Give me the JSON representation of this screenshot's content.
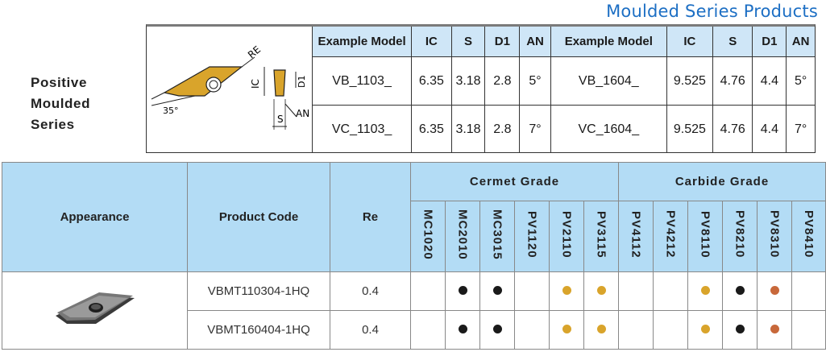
{
  "heading": "Moulded Series Products",
  "series_label": [
    "Positive",
    "Moulded",
    "Series"
  ],
  "diagram": {
    "angle": "35°",
    "re": "RE",
    "ic": "IC",
    "d1": "D1",
    "s": "S",
    "an": "AN"
  },
  "spec_table": {
    "headers": [
      "Example Model",
      "IC",
      "S",
      "D1",
      "AN",
      "Example Model",
      "IC",
      "S",
      "D1",
      "AN"
    ],
    "rows": [
      [
        "VB_1103_",
        "6.35",
        "3.18",
        "2.8",
        "5°",
        "VB_1604_",
        "9.525",
        "4.76",
        "4.4",
        "5°"
      ],
      [
        "VC_1103_",
        "6.35",
        "3.18",
        "2.8",
        "7°",
        "VC_1604_",
        "9.525",
        "4.76",
        "4.4",
        "7°"
      ]
    ]
  },
  "product_table": {
    "headers": {
      "appearance": "Appearance",
      "code": "Product Code",
      "re": "Re",
      "cermet": "Cermet Grade",
      "carbide": "Carbide Grade"
    },
    "grades": [
      "MC1020",
      "MC2010",
      "MC3015",
      "PV1120",
      "PV2110",
      "PV3115",
      "PV4112",
      "PV4212",
      "PV8110",
      "PV8210",
      "PV8310",
      "PV8410"
    ],
    "rows": [
      {
        "code": "VBMT110304-1HQ",
        "re": "0.4",
        "marks": [
          "",
          "black",
          "black",
          "",
          "gold",
          "gold",
          "",
          "",
          "gold",
          "black",
          "copper",
          ""
        ]
      },
      {
        "code": "VBMT160404-1HQ",
        "re": "0.4",
        "marks": [
          "",
          "black",
          "black",
          "",
          "gold",
          "gold",
          "",
          "",
          "gold",
          "black",
          "copper",
          ""
        ]
      }
    ],
    "mark_colors": {
      "black": "#1a1a1a",
      "gold": "#d9a42b",
      "copper": "#c8683a"
    }
  }
}
